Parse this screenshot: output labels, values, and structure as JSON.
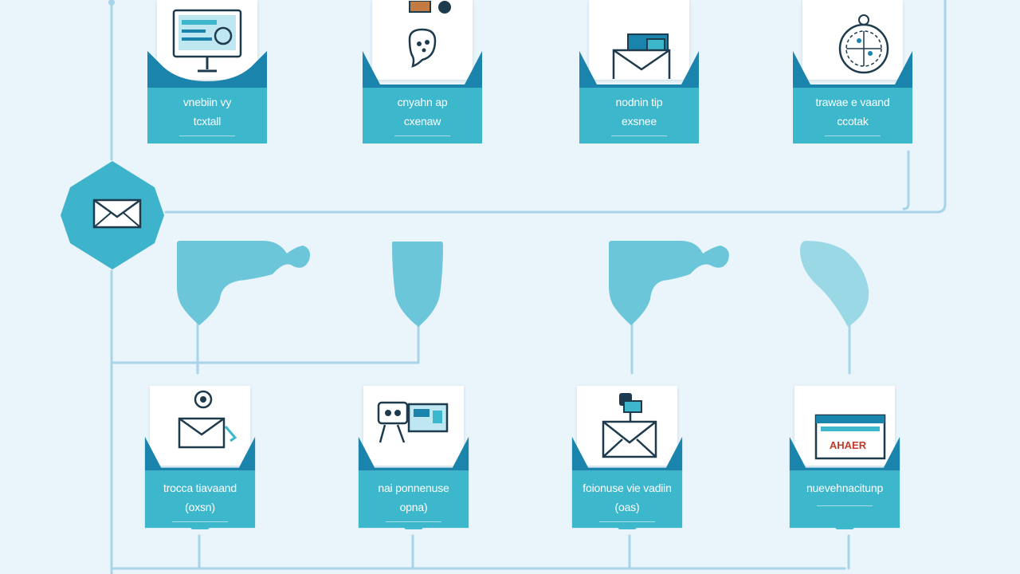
{
  "top_cards": [
    {
      "line1": "vnebiin vy",
      "line2": "tcxtall",
      "icon": "monitor-icon"
    },
    {
      "line1": "cnyahn ap",
      "line2": "cxenaw",
      "icon": "chat-bubble-icon"
    },
    {
      "line1": "nodnin tip",
      "line2": "exsnee",
      "icon": "email-tablet-icon"
    },
    {
      "line1": "trawae e vaand",
      "line2": "ccotak",
      "icon": "globe-icon"
    }
  ],
  "bottom_cards": [
    {
      "line1": "trocca tiavaand",
      "line2": "(oxsn)",
      "icon": "envelope-target-icon"
    },
    {
      "line1": "nai ponnenuse",
      "line2": "opna)",
      "icon": "computer-email-icon"
    },
    {
      "line1": "foionuse vie vadiin",
      "line2": "(oas)",
      "icon": "envelope-badge-icon"
    },
    {
      "line1": "nuevehnacitunp",
      "line2": "",
      "icon": "browser-window-icon"
    }
  ],
  "hub": {
    "icon": "envelope-icon"
  },
  "bottom_card_text": {
    "card4_logo": "AHAER"
  },
  "colors": {
    "background": "#eaf4fb",
    "connector": "#a8d4ea",
    "card_dark": "#1b84ad",
    "card_light": "#3cb7cc",
    "hub": "#3db3cc",
    "bubble": "#6cc6da",
    "bubble_light": "#9bd8e6"
  }
}
